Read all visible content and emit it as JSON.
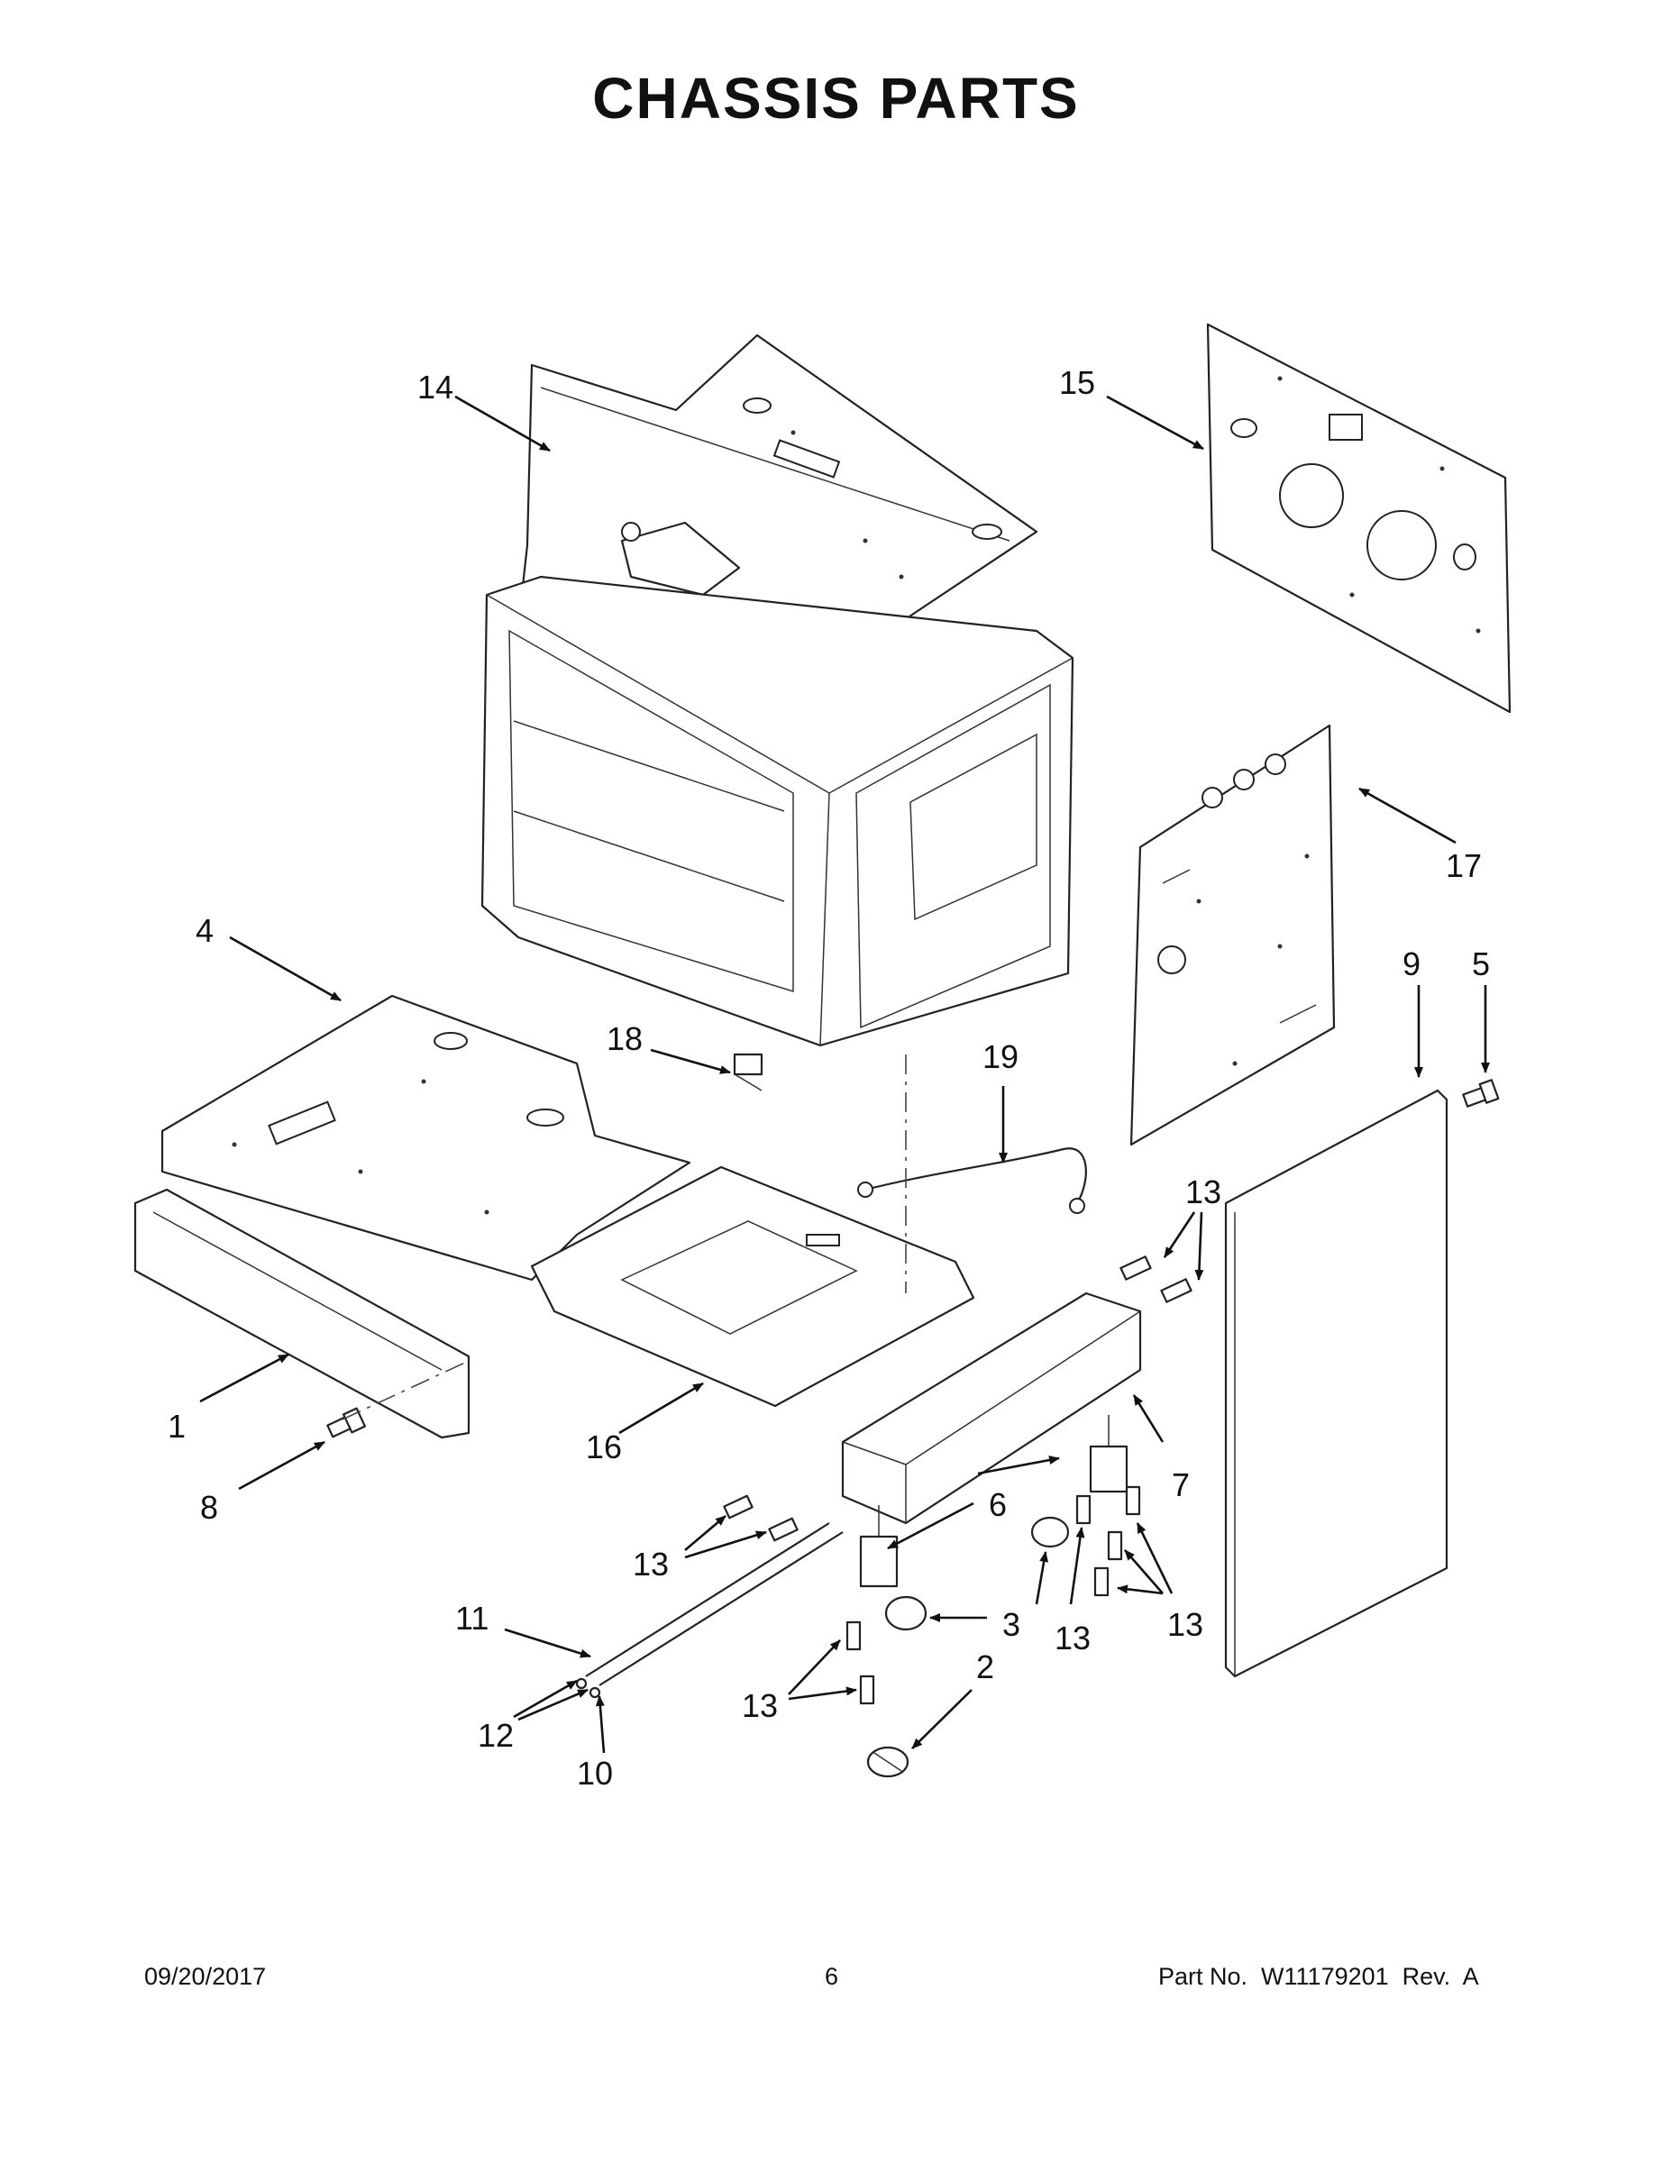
{
  "page": {
    "title": "CHASSIS PARTS",
    "footer": {
      "date": "09/20/2017",
      "page_number": "6",
      "part_number": "Part No.  W11179201  Rev.  A"
    }
  },
  "callouts": [
    {
      "id": "c14",
      "label": "14"
    },
    {
      "id": "c15",
      "label": "15"
    },
    {
      "id": "c17",
      "label": "17"
    },
    {
      "id": "c4",
      "label": "4"
    },
    {
      "id": "c9",
      "label": "9"
    },
    {
      "id": "c5",
      "label": "5"
    },
    {
      "id": "c18",
      "label": "18"
    },
    {
      "id": "c19",
      "label": "19"
    },
    {
      "id": "c13a",
      "label": "13"
    },
    {
      "id": "c1",
      "label": "1"
    },
    {
      "id": "c16",
      "label": "16"
    },
    {
      "id": "c7",
      "label": "7"
    },
    {
      "id": "c8",
      "label": "8"
    },
    {
      "id": "c6",
      "label": "6"
    },
    {
      "id": "c13b",
      "label": "13"
    },
    {
      "id": "c11",
      "label": "11"
    },
    {
      "id": "c3",
      "label": "3"
    },
    {
      "id": "c13c",
      "label": "13"
    },
    {
      "id": "c13d",
      "label": "13"
    },
    {
      "id": "c2",
      "label": "2"
    },
    {
      "id": "c13e",
      "label": "13"
    },
    {
      "id": "c12",
      "label": "12"
    },
    {
      "id": "c10",
      "label": "10"
    }
  ]
}
